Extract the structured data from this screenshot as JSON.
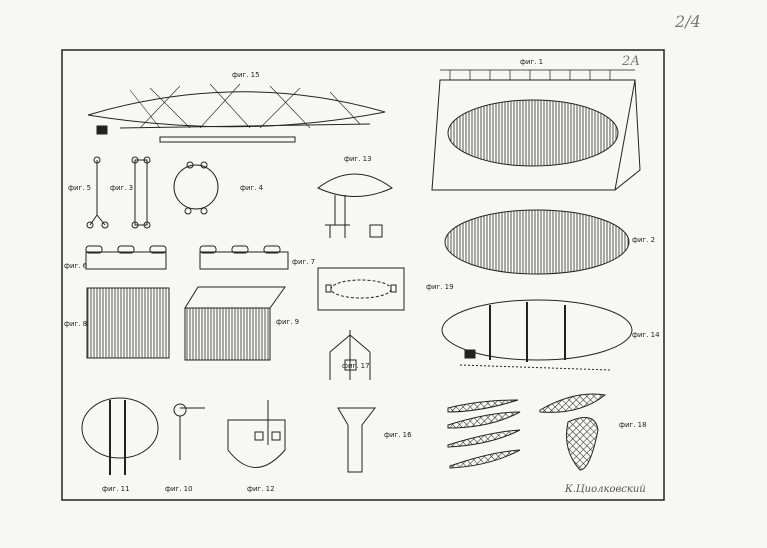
{
  "sheet": {
    "corner_mark": "2/4",
    "frame_mark": "2А",
    "signature": "К.Циолковский"
  },
  "figures": [
    {
      "id": "fig15",
      "label": "фиг. 15"
    },
    {
      "id": "fig1",
      "label": "фиг. 1"
    },
    {
      "id": "fig5",
      "label": "фиг. 5"
    },
    {
      "id": "fig3",
      "label": "фиг. 3"
    },
    {
      "id": "fig4",
      "label": "фиг. 4"
    },
    {
      "id": "fig13",
      "label": "фиг. 13"
    },
    {
      "id": "fig2",
      "label": "фиг. 2"
    },
    {
      "id": "fig6",
      "label": "фиг. 6"
    },
    {
      "id": "fig7",
      "label": "фиг. 7"
    },
    {
      "id": "fig19",
      "label": "фиг. 19"
    },
    {
      "id": "fig8",
      "label": "фиг. 8"
    },
    {
      "id": "fig9",
      "label": "фиг. 9"
    },
    {
      "id": "fig14",
      "label": "фиг. 14"
    },
    {
      "id": "fig17",
      "label": "фиг. 17"
    },
    {
      "id": "fig11",
      "label": "фиг. 11"
    },
    {
      "id": "fig10",
      "label": "фиг. 10"
    },
    {
      "id": "fig12",
      "label": "фиг. 12"
    },
    {
      "id": "fig16",
      "label": "фиг. 16"
    },
    {
      "id": "fig18",
      "label": "фиг. 18"
    }
  ]
}
